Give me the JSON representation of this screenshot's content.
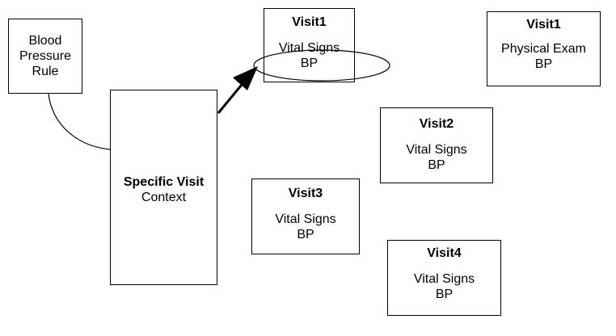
{
  "rule": {
    "lines": [
      "Blood",
      "Pressure",
      "Rule"
    ]
  },
  "context": {
    "title": "Specific Visit",
    "subtitle": "Context"
  },
  "visits": [
    {
      "id": "v1a",
      "title": "Visit1",
      "line1": "Vital Signs",
      "line2": "BP"
    },
    {
      "id": "v1b",
      "title": "Visit1",
      "line1": "Physical Exam",
      "line2": "BP"
    },
    {
      "id": "v2",
      "title": "Visit2",
      "line1": "Vital Signs",
      "line2": "BP"
    },
    {
      "id": "v3",
      "title": "Visit3",
      "line1": "Vital Signs",
      "line2": "BP"
    },
    {
      "id": "v4",
      "title": "Visit4",
      "line1": "Vital Signs",
      "line2": "BP"
    }
  ]
}
